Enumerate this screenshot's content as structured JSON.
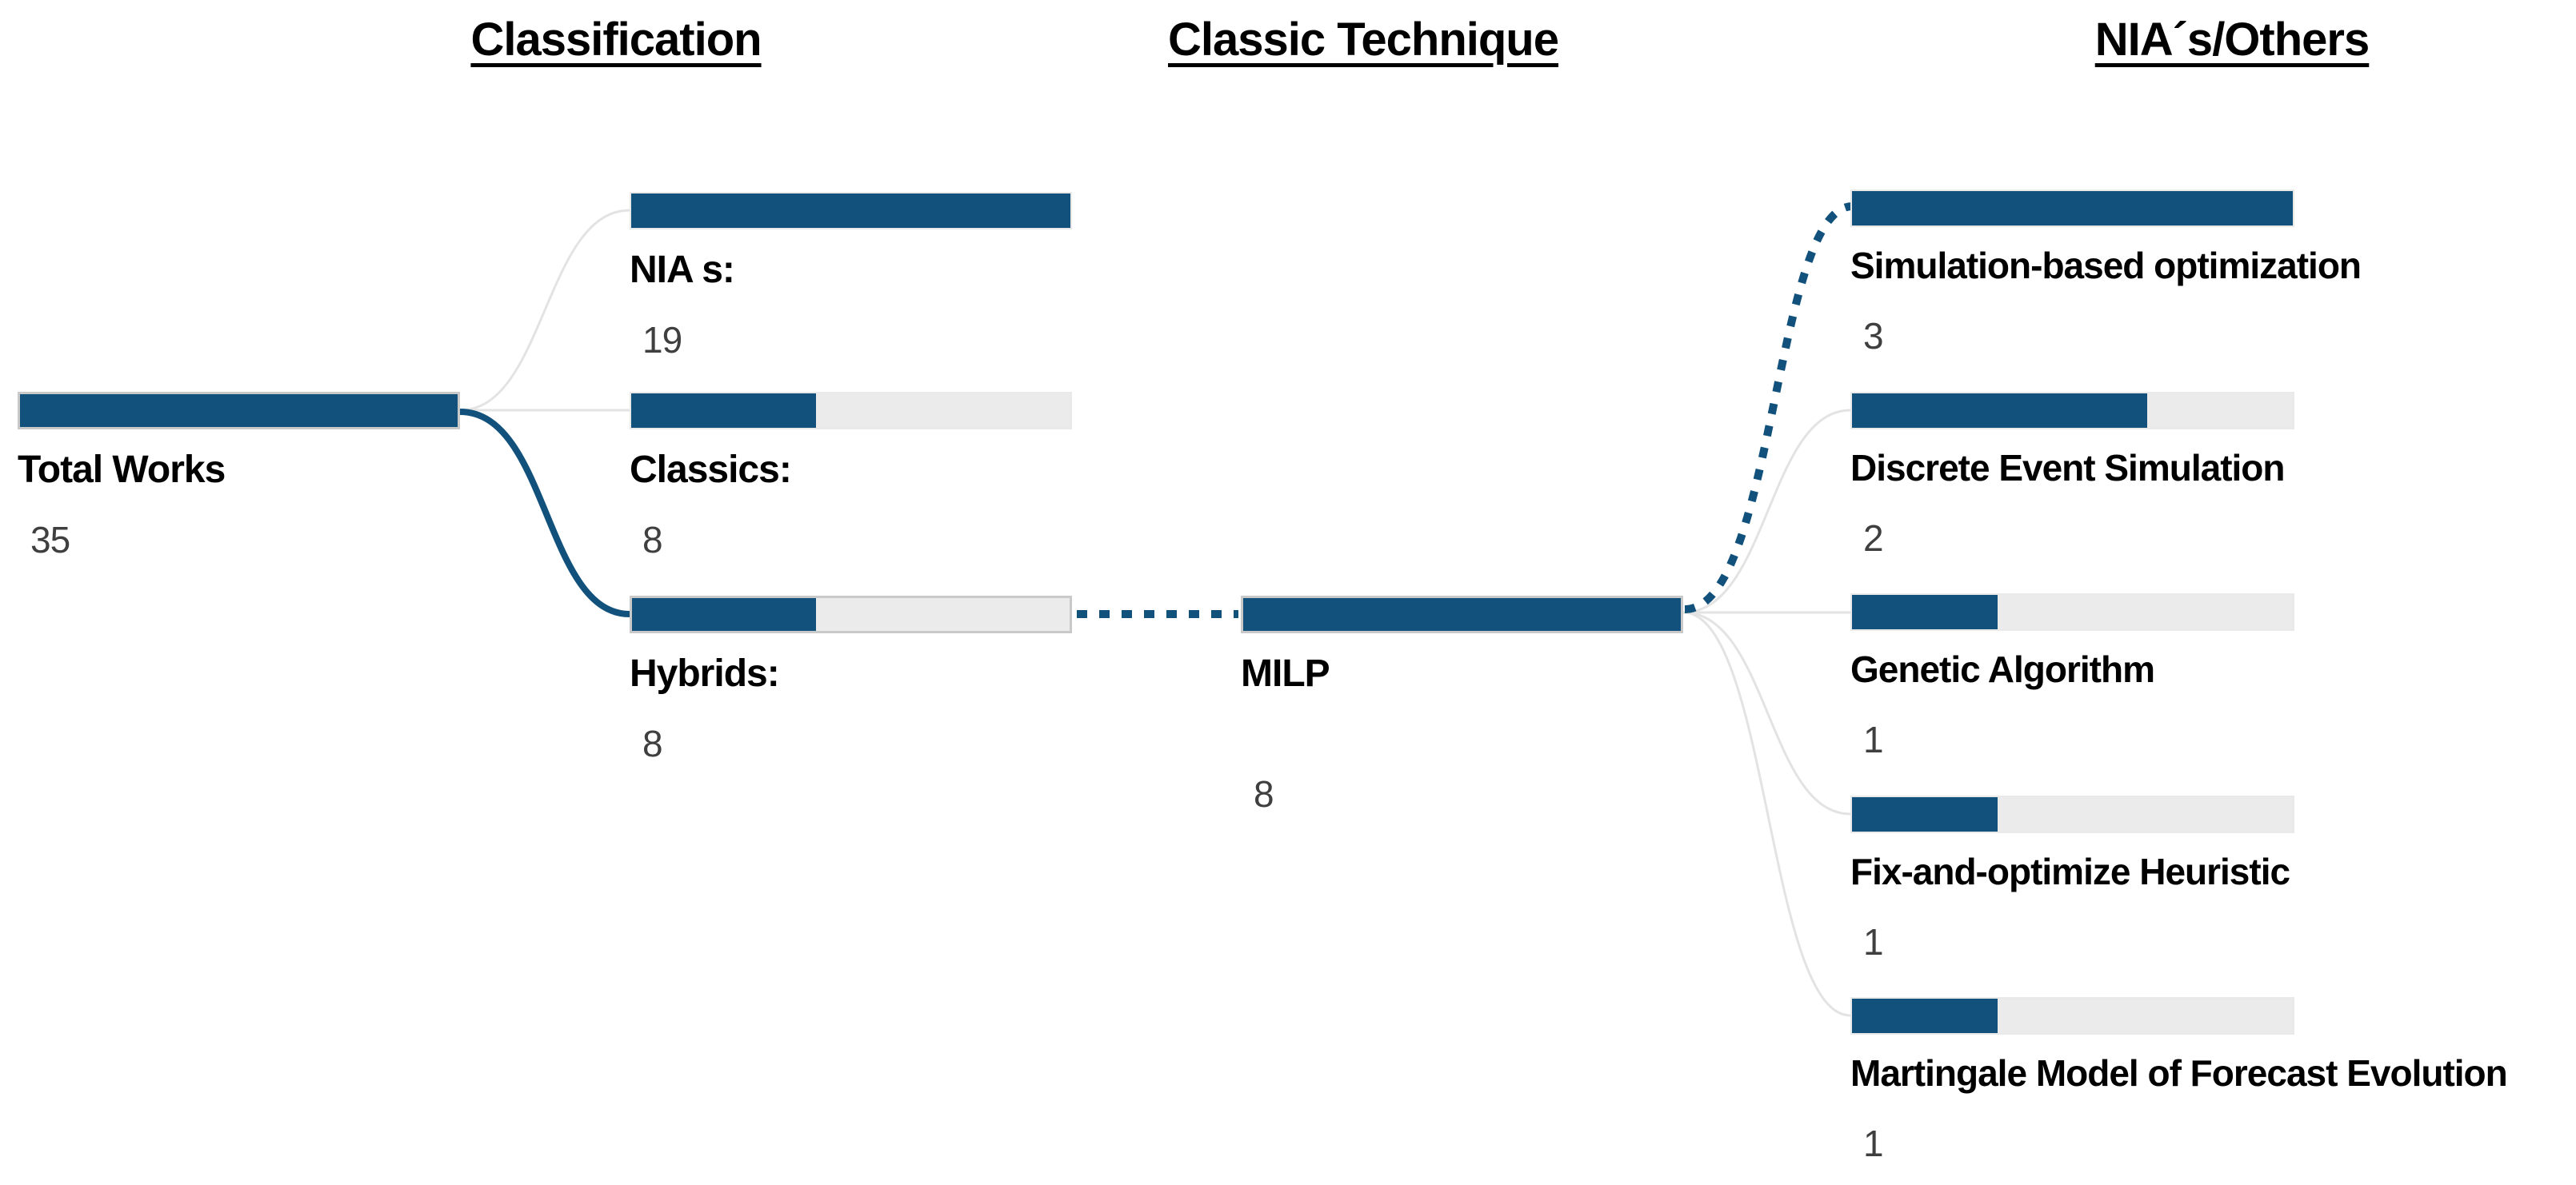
{
  "chart_data": {
    "type": "table",
    "title": "Decomposition tree of works by classification and technique",
    "legend_position": "none",
    "tree": {
      "root": {
        "label": "Total Works",
        "value": 35
      },
      "levels": [
        {
          "header": "Classification",
          "parent": "Total Works",
          "nodes": [
            {
              "label": "NIA s:",
              "value": 19,
              "bar_fraction": 1.0
            },
            {
              "label": "Classics:",
              "value": 8,
              "bar_fraction": 0.42
            },
            {
              "label": "Hybrids:",
              "value": 8,
              "bar_fraction": 0.42,
              "selected": true
            }
          ]
        },
        {
          "header": "Classic Technique",
          "parent": "Hybrids:",
          "nodes": [
            {
              "label": "MILP",
              "value": 8,
              "bar_fraction": 1.0,
              "selected": true
            }
          ]
        },
        {
          "header": "NIA´s/Others",
          "parent": "MILP",
          "nodes": [
            {
              "label": "Simulation-based optimization",
              "value": 3,
              "bar_fraction": 1.0,
              "highlighted_link": true
            },
            {
              "label": "Discrete Event Simulation",
              "value": 2,
              "bar_fraction": 0.67
            },
            {
              "label": "Genetic Algorithm",
              "value": 1,
              "bar_fraction": 0.33
            },
            {
              "label": "Fix-and-optimize Heuristic",
              "value": 1,
              "bar_fraction": 0.33
            },
            {
              "label": "Martingale Model of Forecast Evolution",
              "value": 1,
              "bar_fraction": 0.33
            }
          ]
        }
      ]
    }
  },
  "headers": {
    "classification": "Classification",
    "classic_technique": "Classic Technique",
    "nia_others": "NIA´s/Others"
  },
  "nodes": {
    "total_works": {
      "label": "Total Works",
      "value": "35"
    },
    "nia": {
      "label": "NIA s:",
      "value": "19"
    },
    "classics": {
      "label": "Classics:",
      "value": "8"
    },
    "hybrids": {
      "label": "Hybrids:",
      "value": "8"
    },
    "milp": {
      "label": "MILP",
      "value": "8"
    },
    "sim_opt": {
      "label": "Simulation-based optimization",
      "value": "3"
    },
    "discrete_event": {
      "label": "Discrete Event Simulation",
      "value": "2"
    },
    "genetic": {
      "label": "Genetic Algorithm",
      "value": "1"
    },
    "fix_and_optimize": {
      "label": "Fix-and-optimize Heuristic",
      "value": "1"
    },
    "martingale": {
      "label": "Martingale Model of Forecast Evolution",
      "value": "1"
    }
  },
  "colors": {
    "bar_fill": "#11517C",
    "bar_track": "#EBEBEB",
    "bar_border_default": "#E9E9E9",
    "bar_border_selected": "#C9C9C9",
    "connector_gray": "#E3E3E3",
    "connector_blue": "#11517C",
    "label_text": "#000000",
    "value_text": "#3F3F3F",
    "background": "#FFFFFF"
  }
}
